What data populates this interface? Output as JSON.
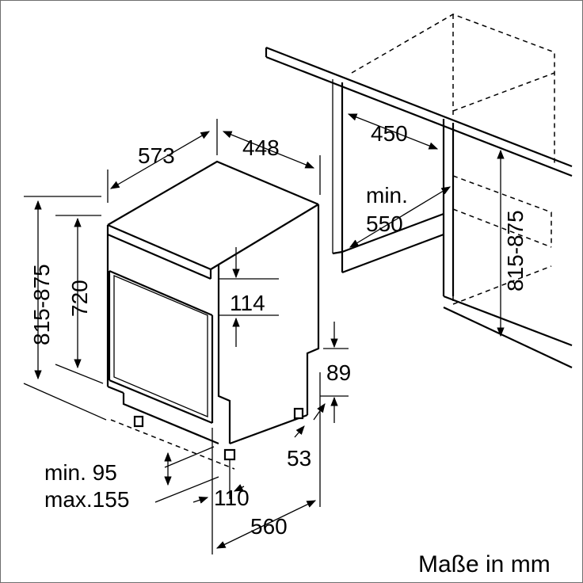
{
  "dimensions": {
    "depth_total": "573",
    "width": "448",
    "height_range": "815-875",
    "door_height": "720",
    "panel_offset": "114",
    "plinth_height": "89",
    "foot_offset": "53",
    "plinth_depth_min": "min. 95",
    "plinth_depth_max": "max.155",
    "foot_depth": "110",
    "depth_with_door": "560",
    "niche_width": "450",
    "niche_depth_min": "min.",
    "niche_depth_value": "550",
    "niche_height": "815-875"
  },
  "units_note": "Maße in mm"
}
